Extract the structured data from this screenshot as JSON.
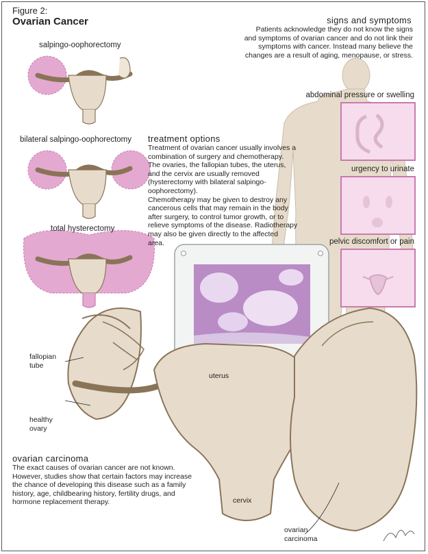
{
  "figure": {
    "label": "Figure 2:",
    "title": "Ovarian Cancer"
  },
  "procedures": [
    {
      "label": "salpingo-oophorectomy"
    },
    {
      "label": "bilateral salpingo-oophorectomy"
    },
    {
      "label": "total hysterectomy"
    }
  ],
  "signs": {
    "heading": "signs and symptoms",
    "lines": [
      "Patients acknowledge they do not know the signs",
      "and symptoms of ovarian cancer and do not link their",
      "symptoms with cancer. Instead many believe the",
      "changes are a result of aging, menopause, or stress."
    ],
    "symptoms": [
      "abdominal pressure or swelling",
      "urgency to urinate",
      "pelvic discomfort or pain"
    ]
  },
  "treatment": {
    "heading": "treatment options",
    "lines": [
      "Treatment of ovarian cancer usually involves a",
      "combination of surgery and chemotherapy.",
      "The ovaries, the fallopian tubes, the uterus,",
      "and the cervix are usually removed",
      "(hysterectomy with bilateral salpingo-",
      "oophorectomy).",
      "Chemotherapy may be given to destroy any",
      "cancerous cells that may remain in the body",
      "after surgery, to control tumor growth, or to",
      "relieve symptoms of the disease. Radiotherapy",
      "may also be given directly to the affected",
      "area."
    ]
  },
  "anatomy": {
    "fallopian": [
      "fallopian",
      "tube"
    ],
    "uterus": "uterus",
    "ovary": [
      "healthy",
      "ovary"
    ],
    "cervix": "cervix",
    "carcinoma": [
      "ovarian",
      "carcinoma"
    ]
  },
  "carcinoma": {
    "heading": "ovarian carcinoma",
    "lines": [
      "The exact causes of ovarian cancer are not known.",
      "However, studies show that certain factors may increase",
      "the chance of developing this disease such as a family",
      "history, age, childbearing history, fertility drugs, and",
      "hormone replacement therapy."
    ]
  },
  "colors": {
    "tissue": "#e7dccb",
    "outline": "#8a7458",
    "pink": "#d98cc0",
    "panel": "#f6dcec"
  }
}
